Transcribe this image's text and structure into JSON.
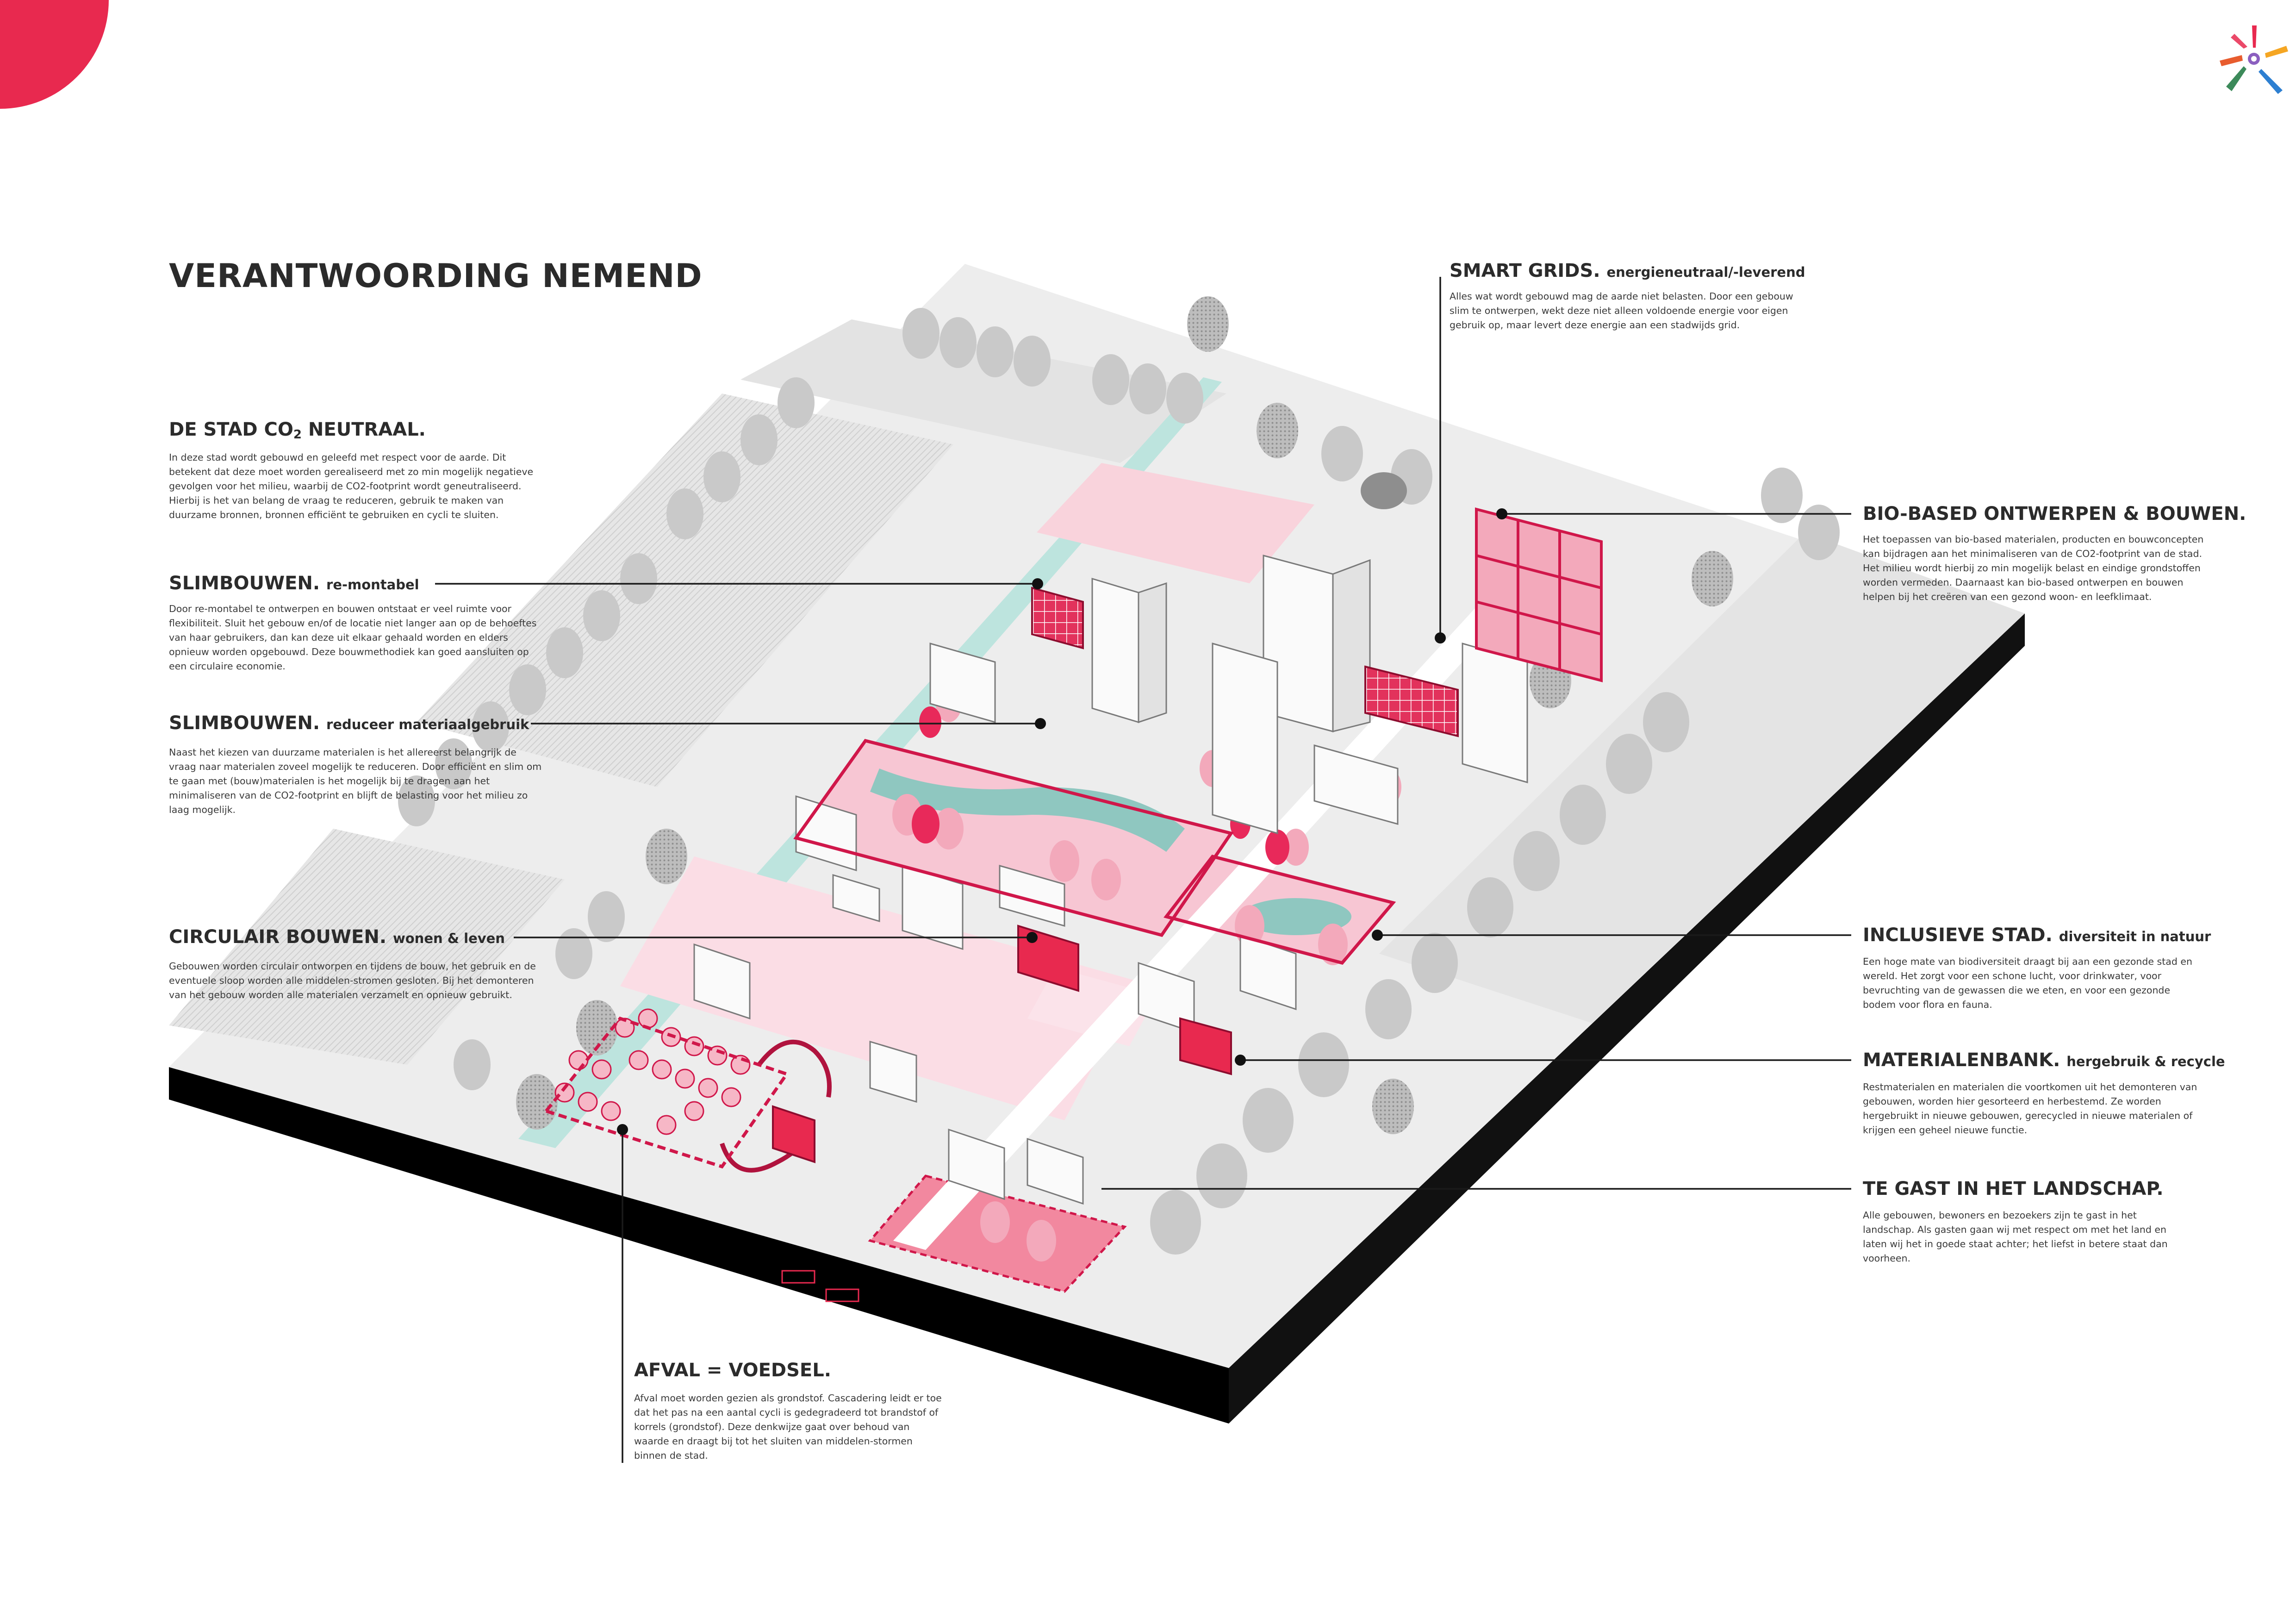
{
  "page": {
    "title": "VERANTWOORDING NEMEND"
  },
  "colors": {
    "accent": "#e8294f",
    "pink_light": "#f9d3dc",
    "pink_mid": "#f3a9bb",
    "crimson": "#d0174a",
    "teal": "#a8d8d2",
    "ground": "#ececec",
    "tree_gray": "#c7c7c7",
    "slab_black": "#000000"
  },
  "logo": {
    "name": "flower-logo"
  },
  "blocks": {
    "stad_co2": {
      "title": "DE STAD CO",
      "title_sub": "2",
      "title_tail": " NEUTRAAL.",
      "body": "In deze stad wordt gebouwd en geleefd met respect voor de aarde. Dit betekent dat deze moet worden gerealiseerd met zo min mogelijk negatieve gevolgen voor het milieu, waarbij de CO2-footprint wordt geneutraliseerd. Hierbij is het van belang de vraag te reduceren, gebruik te maken van duurzame bronnen, bronnen efficiënt te gebruiken en cycli te sluiten."
    },
    "slimbouwen_remontabel": {
      "title": "SLIMBOUWEN.",
      "subtitle": "re-montabel",
      "body": "Door re-montabel te ontwerpen en bouwen ontstaat er veel ruimte voor flexibiliteit. Sluit het gebouw en/of de locatie niet langer aan op de behoeftes van haar gebruikers, dan kan deze uit elkaar gehaald worden en elders opnieuw worden opgebouwd. Deze bouwmethodiek kan goed aansluiten op een circulaire economie."
    },
    "slimbouwen_materiaal": {
      "title": "SLIMBOUWEN.",
      "subtitle": "reduceer materiaalgebruik",
      "body": "Naast het kiezen van duurzame materialen is het allereerst belangrijk de vraag naar materialen zoveel mogelijk te reduceren. Door efficiënt en slim om te gaan met (bouw)materialen is het mogelijk bij te dragen aan het minimaliseren van de CO2-footprint en blijft de belasting voor het milieu zo laag mogelijk."
    },
    "circulair": {
      "title": "CIRCULAIR BOUWEN.",
      "subtitle": "wonen & leven",
      "body": "Gebouwen worden circulair ontworpen en tijdens de bouw, het gebruik en de eventuele sloop worden alle middelen-stromen gesloten. Bij het demonteren van het gebouw worden alle materialen verzamelt en opnieuw gebruikt."
    },
    "afval": {
      "title": "AFVAL = VOEDSEL.",
      "body": "Afval moet worden gezien als grondstof. Cascadering leidt er toe dat het pas na een aantal cycli is gedegradeerd tot brandstof of korrels (grondstof). Deze denkwijze gaat over behoud van waarde en draagt bij tot het sluiten van middelen-stormen binnen de stad."
    },
    "smart_grids": {
      "title": "SMART GRIDS.",
      "subtitle": "energieneutraal/-leverend",
      "body": "Alles wat wordt gebouwd mag de aarde niet belasten. Door een gebouw slim te ontwerpen, wekt deze niet alleen voldoende energie voor eigen gebruik op, maar levert deze energie aan een stadwijds grid."
    },
    "bio_based": {
      "title": "BIO-BASED ONTWERPEN & BOUWEN.",
      "body": "Het toepassen van bio-based materialen, producten en bouwconcepten kan bijdragen aan het minimaliseren van de CO2-footprint van de stad. Het milieu wordt hierbij zo min mogelijk belast en eindige grondstoffen worden vermeden. Daarnaast kan bio-based ontwerpen en bouwen helpen bij het creëren van een gezond woon- en leefklimaat."
    },
    "inclusieve": {
      "title": "INCLUSIEVE STAD.",
      "subtitle": "diversiteit in natuur",
      "body": "Een hoge mate van biodiversiteit draagt bij aan een gezonde stad en wereld. Het zorgt voor een schone lucht, voor drinkwater, voor bevruchting van de gewassen die we eten, en voor een gezonde bodem voor flora en fauna."
    },
    "materialenbank": {
      "title": "MATERIALENBANK.",
      "subtitle": "hergebruik & recycle",
      "body": "Restmaterialen en materialen die voortkomen uit het demonteren van gebouwen, worden hier gesorteerd en herbestemd. Ze worden hergebruikt in nieuwe gebouwen, gerecycled in nieuwe materialen of krijgen een geheel nieuwe functie."
    },
    "te_gast": {
      "title": "TE GAST IN HET LANDSCHAP.",
      "body": "Alle gebouwen, bewoners en bezoekers zijn te gast in het landschap. Als gasten gaan wij met respect om met het land en laten wij het in goede staat achter; het liefst in betere staat dan voorheen."
    }
  }
}
